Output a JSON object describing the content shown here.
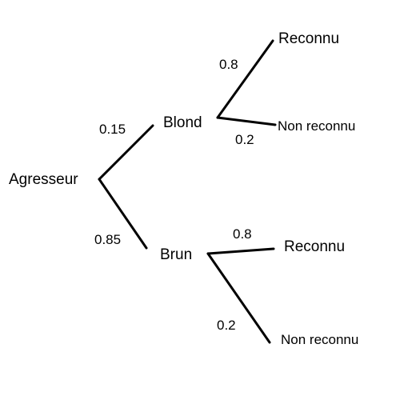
{
  "tree": {
    "root": {
      "label": "Agresseur"
    },
    "branches": [
      {
        "label": "Blond",
        "probability": "0.15",
        "children": [
          {
            "label": "Reconnu",
            "probability": "0.8"
          },
          {
            "label": "Non reconnu",
            "probability": "0.2"
          }
        ]
      },
      {
        "label": "Brun",
        "probability": "0.85",
        "children": [
          {
            "label": "Reconnu",
            "probability": "0.8"
          },
          {
            "label": "Non reconnu",
            "probability": "0.2"
          }
        ]
      }
    ]
  },
  "colors": {
    "line": "#000000",
    "text": "#000000",
    "background": "#ffffff"
  }
}
